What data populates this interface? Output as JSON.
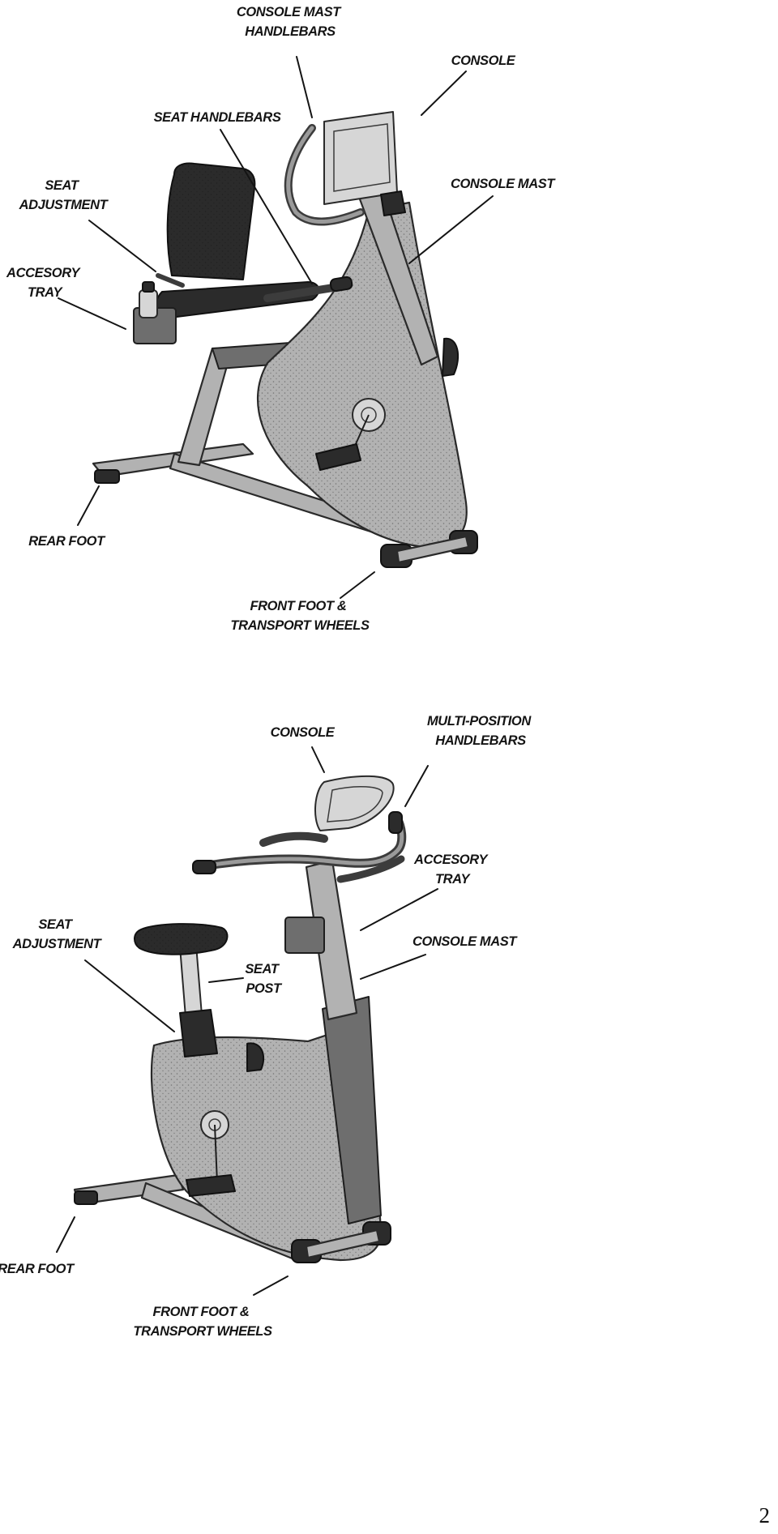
{
  "figure_recumbent": {
    "labels": {
      "console_mast_handlebars": [
        "CONSOLE MAST",
        "HANDLEBARS"
      ],
      "console": [
        "CONSOLE"
      ],
      "seat_handlebars": [
        "SEAT HANDLEBARS"
      ],
      "console_mast": [
        "CONSOLE MAST"
      ],
      "seat_adjustment": [
        "SEAT",
        "ADJUSTMENT"
      ],
      "accessory_tray": [
        "ACCESORY",
        "TRAY"
      ],
      "rear_foot": [
        "REAR FOOT"
      ],
      "front_foot": [
        "FRONT FOOT &",
        "TRANSPORT WHEELS"
      ]
    }
  },
  "figure_upright": {
    "labels": {
      "console": [
        "CONSOLE"
      ],
      "multi_position_handlebars": [
        "MULTI-POSITION",
        "HANDLEBARS"
      ],
      "accessory_tray": [
        "ACCESORY",
        "TRAY"
      ],
      "console_mast": [
        "CONSOLE MAST"
      ],
      "seat_adjustment": [
        "SEAT",
        "ADJUSTMENT"
      ],
      "seat_post": [
        "SEAT",
        "POST"
      ],
      "rear_foot": [
        "REAR FOOT"
      ],
      "front_foot": [
        "FRONT FOOT &",
        "TRANSPORT WHEELS"
      ]
    }
  },
  "page_number": "2"
}
